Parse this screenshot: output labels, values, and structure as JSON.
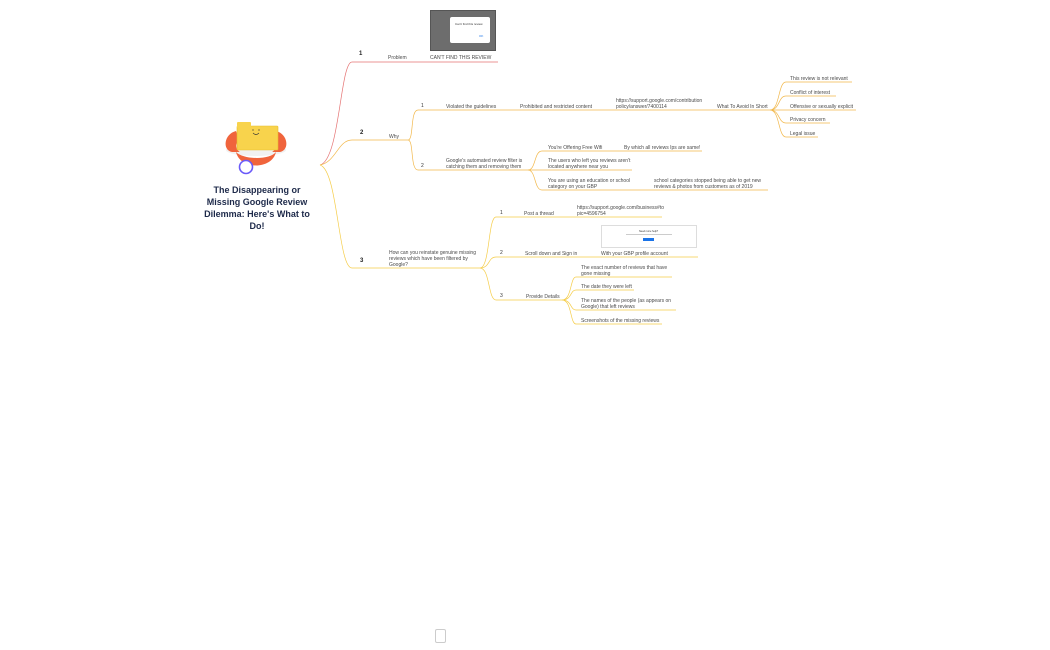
{
  "root": {
    "title": "The Disappearing or Missing Google Review Dilemma: Here's What to Do!"
  },
  "branch1": {
    "num": "1",
    "label": "Problem",
    "child": "CAN'T FIND THIS REVIEW",
    "image_popup_text": "Can't find this review",
    "image_popup_button": "OK"
  },
  "branch2": {
    "num": "2",
    "label": "Why",
    "items": [
      {
        "num": "1",
        "label": "Violated the guidelines",
        "sub": "Prohibited and restricted content",
        "link": "https://support.google.com/contributionpolicy/answer/7400114",
        "sub2": "What To Avoid In Short",
        "list": [
          "This review is not relevant",
          "Conflict of interest",
          "Offensive or sexually explicit",
          "Privacy concern",
          "Legal issue"
        ]
      },
      {
        "num": "2",
        "label": "Google's automated review filter is catching them and removing them",
        "children": [
          {
            "text": "You're Offering Free Wifi",
            "note": "By which all reviews Ips are same!"
          },
          {
            "text": "The users who left you reviews aren't located anywhere near you"
          },
          {
            "text": "You are using an education or school category on your GBP",
            "note": "school categories stopped being able to get new reviews & photos from customers as of 2019"
          }
        ]
      }
    ]
  },
  "branch3": {
    "num": "3",
    "label": "How can you reinstate genuine missing reviews which have been filtered by Google?",
    "steps": [
      {
        "num": "1",
        "label": "Post a thread",
        "child": "https://support.google.com/business#topic=4596754"
      },
      {
        "num": "2",
        "label": "Scroll down and Sign in",
        "child": "With your GBP profile account",
        "image_text": "Need more help?"
      },
      {
        "num": "3",
        "label": "Provide Details",
        "list": [
          "The exact number of reviews that have gone missing",
          "The date they were left",
          "The names of the people (as appears on Google) that left reviews",
          "Screenshots of the missing reviews"
        ]
      }
    ]
  },
  "colors": {
    "branch1": "#e57373",
    "branch2": "#f2b84b",
    "branch3": "#f5cd4a",
    "folder": "#f8d34c",
    "hands": "#f0643c",
    "ring": "#6a5af9"
  }
}
